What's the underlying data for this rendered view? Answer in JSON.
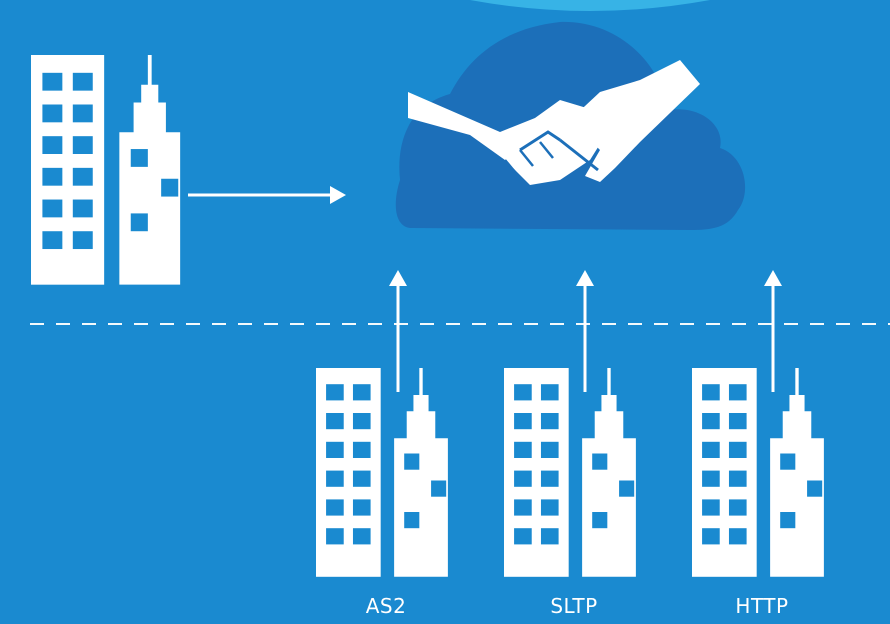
{
  "colors": {
    "background": "#1a8ad0",
    "cloud": "#1c6fb9",
    "building": "#ffffff",
    "window": "#1a8ad0",
    "arc": "#37b3e6"
  },
  "icons": {
    "cloud": "cloud-handshake-icon",
    "building": "office-buildings-icon"
  },
  "partners": [
    {
      "label": "AS2"
    },
    {
      "label": "SLTP"
    },
    {
      "label": "HTTP"
    }
  ]
}
